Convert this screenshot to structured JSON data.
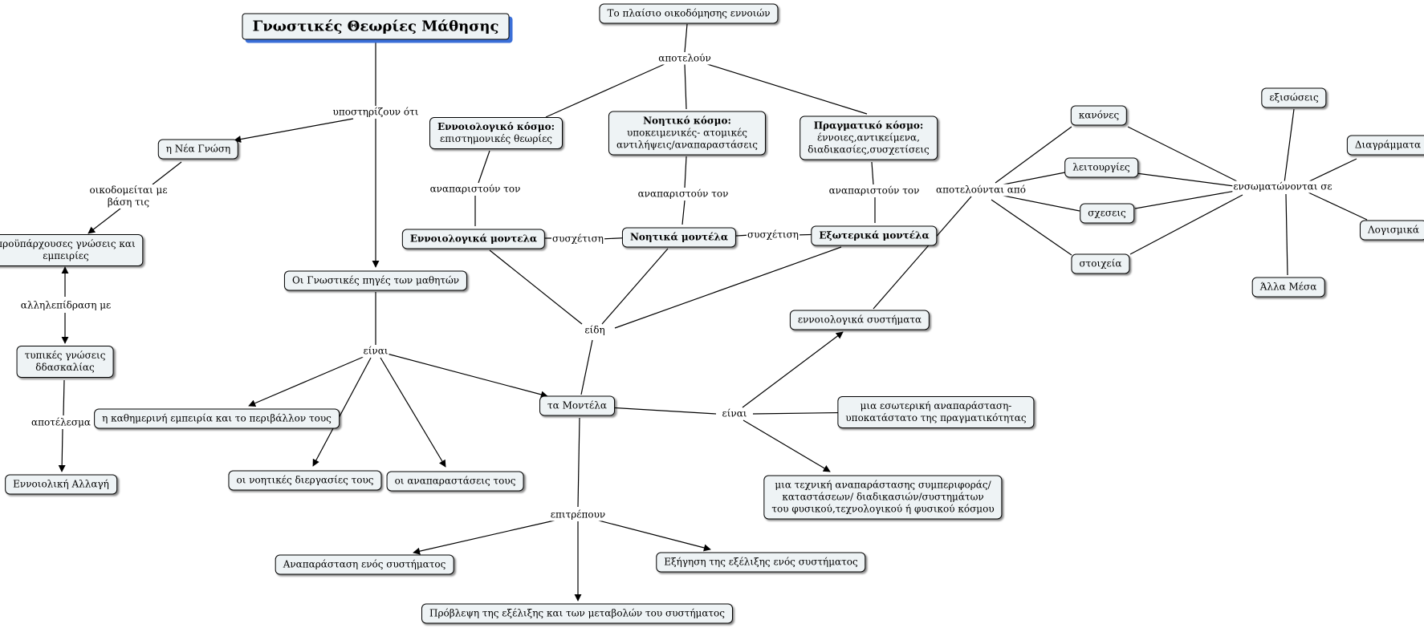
{
  "title": "Γνωστικές Θεωρίες Μάθησης",
  "nodes": {
    "title": "Γνωστικές Θεωρίες Μάθησης",
    "plaisio": "Το πλαίσιο οικοδόμησης εννοιών",
    "nea_gnosi": "η Νέα Γνώση",
    "proyparxouses": [
      "προϋπάρχουσες γνώσεις και",
      "εμπειρίες"
    ],
    "typikes": [
      "τυπικές γνώσεις",
      "δδασκαλίας"
    ],
    "ennoioliki_allagi": "Εννοιολική Αλλαγή",
    "pigges": "Οι Γνωστικές πηγές των μαθητών",
    "kathimerini": "η καθημερινή εμπειρία και το περιβάλλον τους",
    "noitikes_diergasies": "οι νοητικές διεργασίες τους",
    "anaparastaseis": "οι αναπαραστάσεις τους",
    "ennoiologiko_kosmo": {
      "bold": "Εννοιολογικό κόσμο:",
      "lines": [
        "επιστημονικές θεωρίες"
      ]
    },
    "noitiko_kosmo": {
      "bold": "Νοητικό κόσμο:",
      "lines": [
        "υποκειμενικές- ατομικές",
        "αντιλήψεις/αναπαραστάσεις"
      ]
    },
    "pragmatiko_kosmo": {
      "bold": "Πραγματικό κόσμο:",
      "lines": [
        "έννοιες,αντικείμενα,",
        "διαδικασίες,συσχετίσεις"
      ]
    },
    "ennoiologika_montela": "Εννοιολογικά μοντελα",
    "noitika_montela": "Νοητικά μοντέλα",
    "exoterika_montela": "Εξωτερικά μοντέλα",
    "ta_montela": "τα Μοντέλα",
    "ennoiologika_systimata": "εννοιολογικά συστήματα",
    "esoteriki": [
      "μια εσωτερική αναπαράσταση-",
      "υποκατάστατο της πραγματικότητας"
    ],
    "techniki": [
      "μια τεχνική αναπαράστασης συμπεριφοράς/",
      "καταστάσεων/ διαδικασιών/συστημάτων",
      "του φυσικού,τεχνολογικού ή φυσικού κόσμου"
    ],
    "anaparastasi_systimatos": "Αναπαράσταση ενός συστήματος",
    "exigisi": "Εξήγηση της εξέλιξης ενός συστήματος",
    "provlepsi": "Πρόβλεψη της εξέλιξης και των μεταβολών του συστήματος",
    "kanones": "κανόνες",
    "leitourgies": "λειτουργίες",
    "sxeseis": "σχεσεις",
    "stoixeia": "στοιχεία",
    "exisoseis": "εξισώσεις",
    "diagrammata": "Διαγράμματα",
    "logismika": "Λογισμικά",
    "alla_mesa": "Άλλα Μέσα"
  },
  "labels": {
    "apoteloun": "αποτελούν",
    "ypostirizoun": "υποστηρίζουν ότι",
    "oikodomeitai": [
      "οικοδομείται με",
      "βάση τις"
    ],
    "allilepidrasi": "αλληλεπίδραση με",
    "apotelesma": "αποτέλεσμα",
    "einai_1": "είναι",
    "anaparistoun_1": "αναπαριστούν τον",
    "anaparistoun_2": "αναπαριστούν τον",
    "anaparistoun_3": "αναπαριστούν τον",
    "syschetisi_1": "συσχέτιση",
    "syschetisi_2": "συσχέτιση",
    "eidi": "είδη",
    "einai_2": "είναι",
    "epitrepoun": "επιτρέπουν",
    "apotelountai": "αποτελούνται από",
    "ensomatonontai": "ενσωματώνονται σε"
  }
}
